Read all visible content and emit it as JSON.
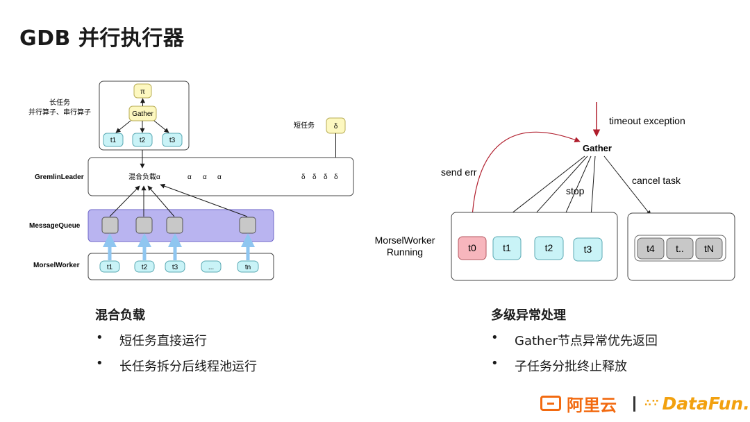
{
  "title": "GDB 并行执行器",
  "left_diagram": {
    "long_task_label": "长任务",
    "long_task_desc": "并行算子、串行算子",
    "pi_node": "π",
    "gather_node": "Gather",
    "t_nodes": [
      "t1",
      "t2",
      "t3"
    ],
    "short_task_label": "短任务",
    "delta_node": "δ",
    "gremlin_leader": "GremlinLeader",
    "mixed_load": "混合负载α",
    "alphas": [
      "α",
      "α",
      "α"
    ],
    "deltas": [
      "δ",
      "δ",
      "δ",
      "δ"
    ],
    "message_queue": "MessageQueue",
    "morsel_worker": "MorselWorker",
    "worker_nodes": [
      "t1",
      "t2",
      "t3",
      "...",
      "tn"
    ]
  },
  "right_diagram": {
    "timeout_exception": "timeout exception",
    "gather": "Gather",
    "send_err": "send err",
    "stop": "stop",
    "cancel_task": "cancel task",
    "morsel_worker_running_1": "MorselWorker",
    "morsel_worker_running_2": "Running",
    "running_tasks": [
      "t0",
      "t1",
      "t2",
      "t3"
    ],
    "cancelled_tasks": [
      "t4",
      "t..",
      "tN"
    ]
  },
  "left_section": {
    "heading": "混合负载",
    "bullets": [
      "短任务直接运行",
      "长任务拆分后线程池运行"
    ]
  },
  "right_section": {
    "heading": "多级异常处理",
    "bullets": [
      "Gather节点异常优先返回",
      "子任务分批终止释放"
    ]
  },
  "bullet_symbol": "•",
  "footer": {
    "aliyun": "阿里云",
    "datafun": "DataFun."
  },
  "colors": {
    "yellow_node": "#fdf8c0",
    "cyan_node": "#c9f3f7",
    "queue_fill": "#b9b4f0",
    "red_node": "#f7b6bd",
    "gray_node": "#c8c8c8",
    "arrow_red": "#b01d2c",
    "arrow_blue": "#8fc6f0",
    "aliyun_orange": "#f26a10",
    "datafun_orange": "#f2a10f"
  }
}
